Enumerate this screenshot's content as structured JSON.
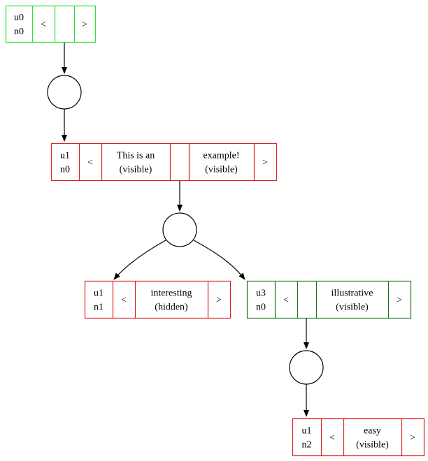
{
  "colors": {
    "bright_green": "#2ee02e",
    "dark_green": "#1a7a1a",
    "red": "#e02020",
    "line": "#000000"
  },
  "records": [
    {
      "id": "r0",
      "color": "bright_green",
      "cells": [
        {
          "lines": [
            "u0",
            "n0"
          ]
        },
        {
          "lines": [
            "<"
          ]
        },
        {
          "lines": [
            ""
          ]
        },
        {
          "lines": [
            ">"
          ]
        }
      ]
    },
    {
      "id": "r1",
      "color": "red",
      "cells": [
        {
          "lines": [
            "u1",
            "n0"
          ]
        },
        {
          "lines": [
            "<"
          ]
        },
        {
          "lines": [
            "This is an",
            "(visible)"
          ]
        },
        {
          "lines": [
            ""
          ]
        },
        {
          "lines": [
            "example!",
            "(visible)"
          ]
        },
        {
          "lines": [
            ">"
          ]
        }
      ]
    },
    {
      "id": "r2",
      "color": "red",
      "cells": [
        {
          "lines": [
            "u1",
            "n1"
          ]
        },
        {
          "lines": [
            "<"
          ]
        },
        {
          "lines": [
            "interesting",
            "(hidden)"
          ]
        },
        {
          "lines": [
            ">"
          ]
        }
      ]
    },
    {
      "id": "r3",
      "color": "dark_green",
      "cells": [
        {
          "lines": [
            "u3",
            "n0"
          ]
        },
        {
          "lines": [
            "<"
          ]
        },
        {
          "lines": [
            ""
          ]
        },
        {
          "lines": [
            "illustrative",
            "(visible)"
          ]
        },
        {
          "lines": [
            ">"
          ]
        }
      ]
    },
    {
      "id": "r4",
      "color": "red",
      "cells": [
        {
          "lines": [
            "u1",
            "n2"
          ]
        },
        {
          "lines": [
            "<"
          ]
        },
        {
          "lines": [
            "easy",
            "(visible)"
          ]
        },
        {
          "lines": [
            ">"
          ]
        }
      ]
    }
  ],
  "circles": [
    {
      "id": "c0"
    },
    {
      "id": "c1"
    },
    {
      "id": "c2"
    }
  ],
  "edges": [
    {
      "from": "r0",
      "to": "c0"
    },
    {
      "from": "c0",
      "to": "r1"
    },
    {
      "from": "r1",
      "to": "c1"
    },
    {
      "from": "c1",
      "to": "r2"
    },
    {
      "from": "c1",
      "to": "r3"
    },
    {
      "from": "r3",
      "to": "c2"
    },
    {
      "from": "c2",
      "to": "r4"
    }
  ]
}
